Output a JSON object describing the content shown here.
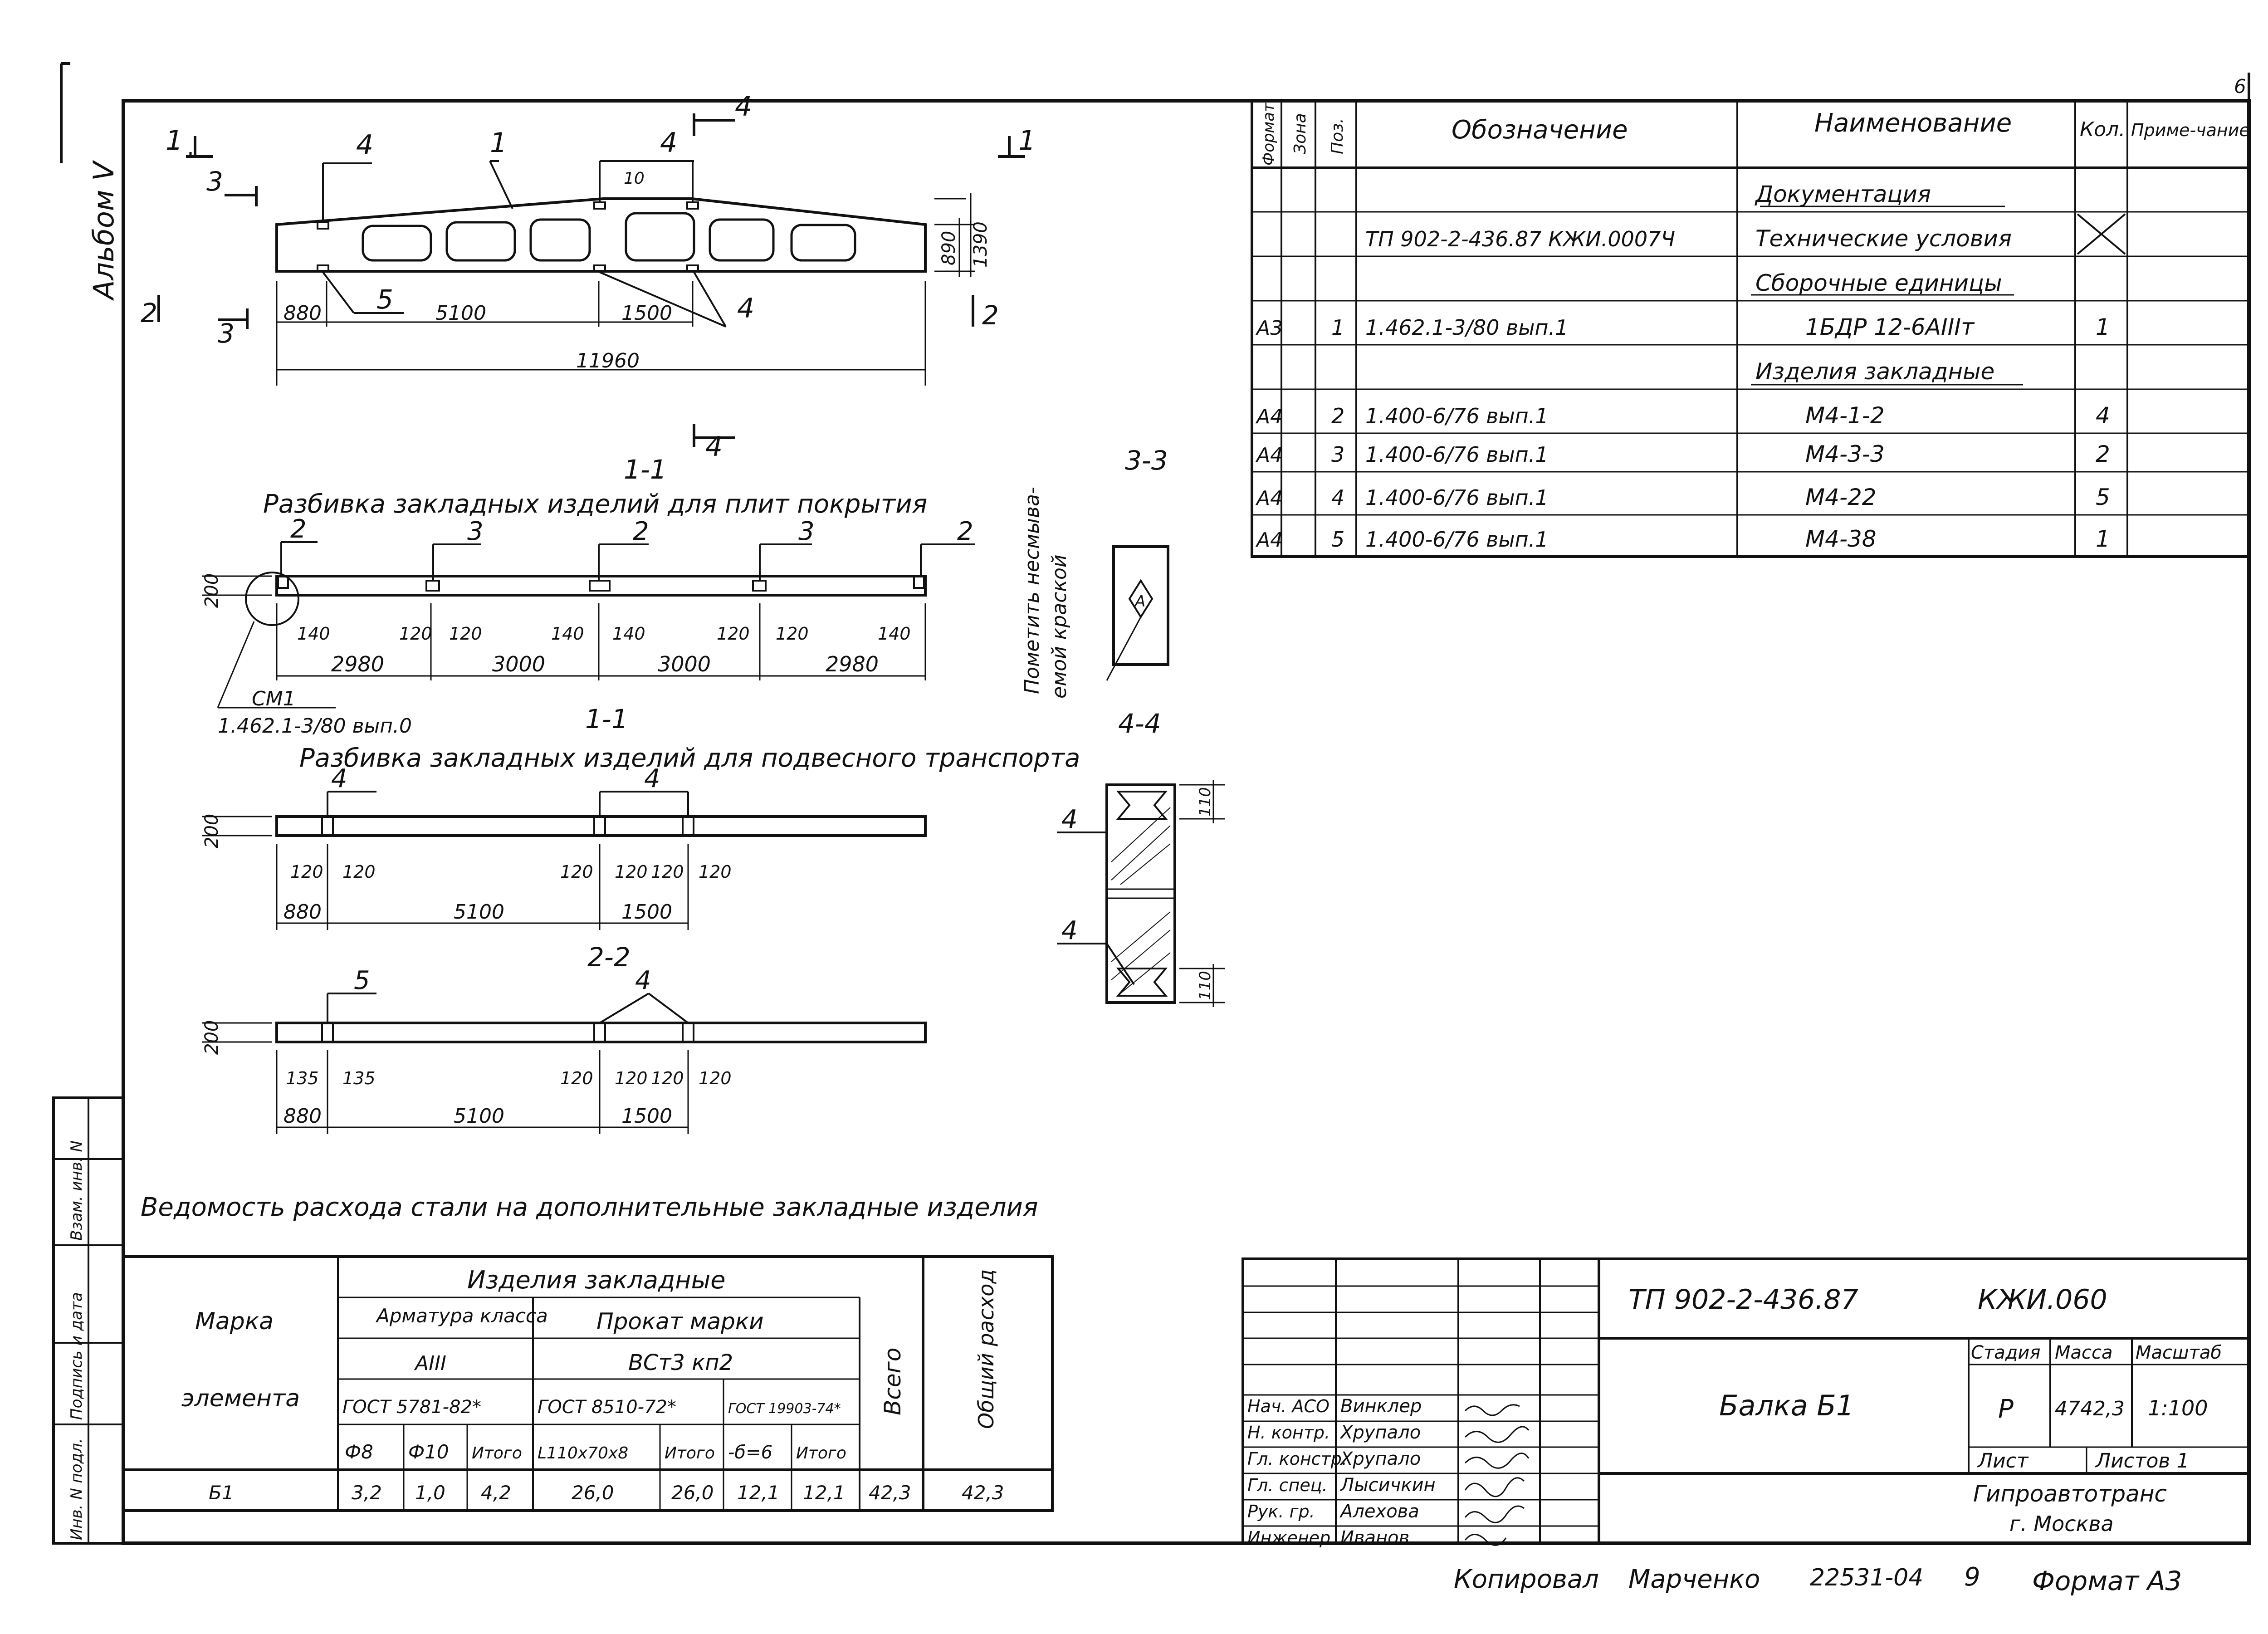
{
  "album_label": "Альбом V",
  "corner_mark": "6",
  "spec": {
    "headers": [
      "Формат",
      "Зона",
      "Поз.",
      "Обозначение",
      "Наименование",
      "Кол.",
      "Приме-чание"
    ],
    "rows": [
      {
        "fmt": "",
        "zone": "",
        "pos": "",
        "code": "",
        "name": "Документация",
        "qty": ""
      },
      {
        "fmt": "",
        "zone": "",
        "pos": "",
        "code": "ТП 902-2-436.87  КЖИ.0007Ч",
        "name": "Технические условия",
        "qty": ""
      },
      {
        "fmt": "",
        "zone": "",
        "pos": "",
        "code": "",
        "name": "Сборочные единицы",
        "qty": ""
      },
      {
        "fmt": "А3",
        "zone": "",
        "pos": "1",
        "code": "1.462.1-3/80  вып.1",
        "name": "1БДР 12-6АIIIт",
        "qty": "1"
      },
      {
        "fmt": "",
        "zone": "",
        "pos": "",
        "code": "",
        "name": "Изделия закладные",
        "qty": ""
      },
      {
        "fmt": "А4",
        "zone": "",
        "pos": "2",
        "code": "1.400-6/76  вып.1",
        "name": "М4-1-2",
        "qty": "4"
      },
      {
        "fmt": "А4",
        "zone": "",
        "pos": "3",
        "code": "1.400-6/76  вып.1",
        "name": "М4-3-3",
        "qty": "2"
      },
      {
        "fmt": "А4",
        "zone": "",
        "pos": "4",
        "code": "1.400-6/76  вып.1",
        "name": "М4-22",
        "qty": "5"
      },
      {
        "fmt": "А4",
        "zone": "",
        "pos": "5",
        "code": "1.400-6/76  вып.1",
        "name": "М4-38",
        "qty": "1"
      }
    ]
  },
  "drawings": {
    "main_labels": {
      "cut_1": "1",
      "cut_2": "2",
      "cut_3": "3",
      "cut_4": "4",
      "pos_1": "1",
      "pos_4": "4",
      "pos_5": "5",
      "dim_880": "880",
      "dim_5100": "5100",
      "dim_1500": "1500",
      "dim_11960": "11960",
      "dim_890": "890",
      "dim_1390": "1390",
      "dim_10": "10"
    },
    "section1a": {
      "mark": "1-1",
      "title": "Разбивка закладных изделий для плит покрытия",
      "positions": [
        "2",
        "3",
        "2",
        "3",
        "2"
      ],
      "dims_small": [
        "140",
        "120",
        "120",
        "140",
        "140",
        "120",
        "120",
        "140"
      ],
      "dims_main": [
        "2980",
        "3000",
        "3000",
        "2980"
      ],
      "dim_200": "200",
      "callout_1": "СМ1",
      "callout_2": "1.462.1-3/80 вып.0"
    },
    "section1b": {
      "mark": "1-1",
      "title": "Разбивка закладных изделий для подвесного транспорта",
      "position": "4",
      "dims_small": [
        "120",
        "120",
        "120",
        "120",
        "120",
        "120"
      ],
      "dims_main": [
        "880",
        "5100",
        "1500"
      ],
      "dim_200": "200"
    },
    "section2": {
      "mark": "2-2",
      "pos_5": "5",
      "pos_4": "4",
      "dims_small": [
        "135",
        "135",
        "120",
        "120",
        "120",
        "120"
      ],
      "dims_main": [
        "880",
        "5100",
        "1500"
      ],
      "dim_200": "200"
    },
    "section3": {
      "mark": "3-3",
      "note_1": "Пометить несмыва-",
      "note_2": "емой краской",
      "marker": "А"
    },
    "section4": {
      "mark": "4-4",
      "pos": "4",
      "dim": "110"
    }
  },
  "steel_table": {
    "title": "Ведомость расхода стали на дополнительные закладные изделия",
    "col_mark_1": "Марка",
    "col_mark_2": "элемента",
    "group": "Изделия закладные",
    "armatura": "Арматура класса",
    "prokat": "Прокат марки",
    "a3": "АIII",
    "vst": "ВСт3 кп2",
    "gost_1": "ГОСТ 5781-82*",
    "gost_2": "ГОСТ 8510-72*",
    "gost_3": "ГОСТ 19903-74*",
    "total": "Всего",
    "overall": "Общий расход",
    "sub": [
      "Ф8",
      "Ф10",
      "Итого",
      "L110х70х8",
      "Итого",
      "-б=6",
      "Итого"
    ],
    "row": [
      "Б1",
      "3,2",
      "1,0",
      "4,2",
      "26,0",
      "26,0",
      "12,1",
      "12,1",
      "42,3",
      "42,3"
    ]
  },
  "side_stamp": {
    "inv": "Инв. N подл.",
    "sign": "Подпись и дата",
    "vzam": "Взам. инв. N"
  },
  "title_block": {
    "doc_code": "ТП 902-2-436.87",
    "doc_suffix": "КЖИ.060",
    "item_name": "Балка Б1",
    "stage_h": "Стадия",
    "mass_h": "Масса",
    "scale_h": "Масштаб",
    "stage": "Р",
    "mass": "4742,3",
    "scale": "1:100",
    "sheet_h": "Лист",
    "sheets_h": "Листов 1",
    "org_1": "Гипроавтотранс",
    "org_2": "г. Москва",
    "people": [
      {
        "role": "Нач. АСО",
        "name": "Винклер"
      },
      {
        "role": "Н. контр.",
        "name": "Хрупало"
      },
      {
        "role": "Гл. констр.",
        "name": "Хрупало"
      },
      {
        "role": "Гл. спец.",
        "name": "Лысичкин"
      },
      {
        "role": "Рук. гр.",
        "name": "Алехова"
      },
      {
        "role": "Инженер",
        "name": "Иванов"
      }
    ]
  },
  "footer": {
    "copied": "Копировал",
    "copier": "Марченко",
    "number": "22531-04",
    "page": "9",
    "format": "Формат А3"
  }
}
